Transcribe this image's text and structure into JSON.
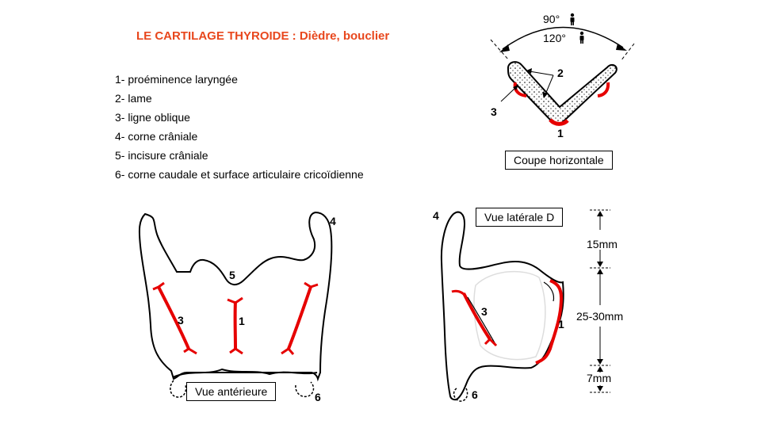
{
  "title": "LE CARTILAGE THYROIDE : Dièdre, bouclier",
  "legend": [
    "1- proéminence laryngée",
    "2- lame",
    "3- ligne oblique",
    "4- corne crâniale",
    "5- incisure crâniale",
    "6- corne caudale et surface articulaire cricoïdienne"
  ],
  "horizontal_section": {
    "label": "Coupe horizontale",
    "angle_top": "90°",
    "angle_bottom": "120°",
    "n2": "2",
    "n3": "3",
    "n1": "1"
  },
  "anterior_view": {
    "label": "Vue antérieure",
    "n4": "4",
    "n5": "5",
    "n3": "3",
    "n1": "1",
    "n6": "6"
  },
  "lateral_view": {
    "label": "Vue latérale D",
    "n4": "4",
    "n3": "3",
    "n1": "1",
    "n6": "6",
    "dim_top": "15mm",
    "dim_mid": "25-30mm",
    "dim_bottom": "7mm"
  },
  "colors": {
    "title": "#e8471d",
    "highlight": "#e60000"
  }
}
